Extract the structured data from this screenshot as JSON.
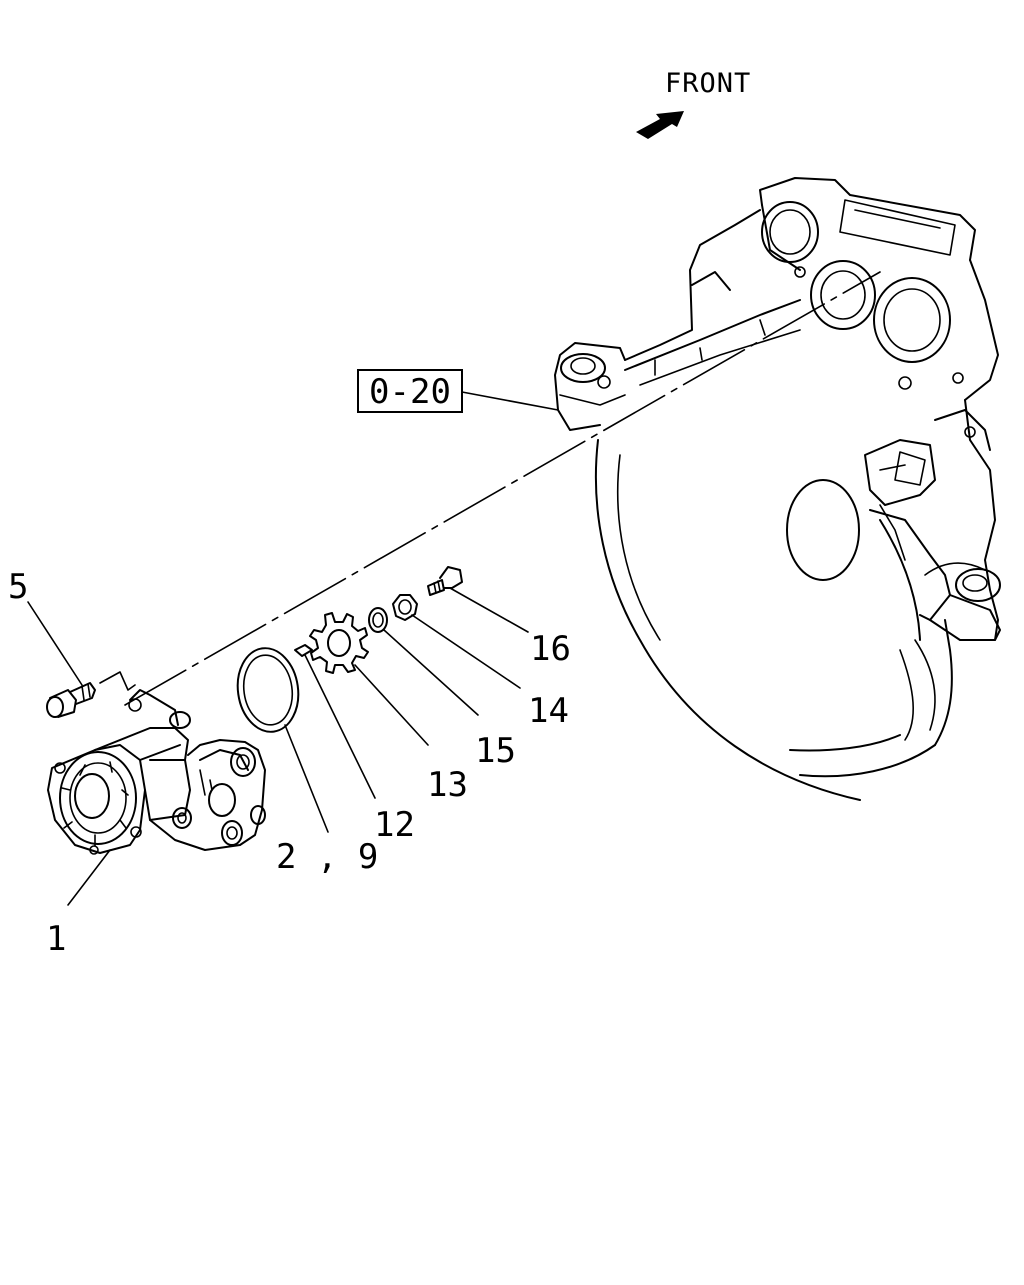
{
  "orientation": {
    "label": "FRONT"
  },
  "reference_box": {
    "label": "0-20"
  },
  "callouts": [
    {
      "id": "c1",
      "label": "1"
    },
    {
      "id": "c29",
      "label": "2 , 9"
    },
    {
      "id": "c5",
      "label": "5"
    },
    {
      "id": "c12",
      "label": "12"
    },
    {
      "id": "c13",
      "label": "13"
    },
    {
      "id": "c14",
      "label": "14"
    },
    {
      "id": "c15",
      "label": "15"
    },
    {
      "id": "c16",
      "label": "16"
    }
  ]
}
